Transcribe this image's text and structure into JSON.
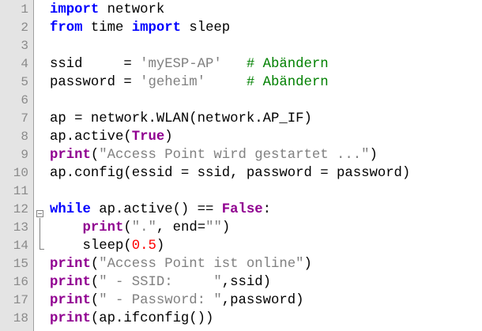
{
  "editor": {
    "lines": [
      {
        "num": "1",
        "tokens": [
          {
            "t": "import",
            "c": "kw"
          },
          {
            "t": " network",
            "c": ""
          }
        ]
      },
      {
        "num": "2",
        "tokens": [
          {
            "t": "from",
            "c": "kw"
          },
          {
            "t": " time ",
            "c": ""
          },
          {
            "t": "import",
            "c": "kw"
          },
          {
            "t": " sleep",
            "c": ""
          }
        ]
      },
      {
        "num": "3",
        "tokens": []
      },
      {
        "num": "4",
        "tokens": [
          {
            "t": "ssid     = ",
            "c": ""
          },
          {
            "t": "'myESP-AP'",
            "c": "str"
          },
          {
            "t": "   ",
            "c": ""
          },
          {
            "t": "# Abändern",
            "c": "cmt"
          }
        ]
      },
      {
        "num": "5",
        "tokens": [
          {
            "t": "password = ",
            "c": ""
          },
          {
            "t": "'geheim'",
            "c": "str"
          },
          {
            "t": "     ",
            "c": ""
          },
          {
            "t": "# Abändern",
            "c": "cmt"
          }
        ]
      },
      {
        "num": "6",
        "tokens": []
      },
      {
        "num": "7",
        "tokens": [
          {
            "t": "ap = network.WLAN(network.AP_IF)",
            "c": ""
          }
        ]
      },
      {
        "num": "8",
        "tokens": [
          {
            "t": "ap.active(",
            "c": ""
          },
          {
            "t": "True",
            "c": "bi"
          },
          {
            "t": ")",
            "c": ""
          }
        ]
      },
      {
        "num": "9",
        "tokens": [
          {
            "t": "print",
            "c": "bi"
          },
          {
            "t": "(",
            "c": ""
          },
          {
            "t": "\"Access Point wird gestartet ...\"",
            "c": "str"
          },
          {
            "t": ")",
            "c": ""
          }
        ]
      },
      {
        "num": "10",
        "tokens": [
          {
            "t": "ap.config(essid = ssid, password = password)",
            "c": ""
          }
        ]
      },
      {
        "num": "11",
        "tokens": []
      },
      {
        "num": "12",
        "tokens": [
          {
            "t": "while",
            "c": "kw"
          },
          {
            "t": " ap.active() == ",
            "c": ""
          },
          {
            "t": "False",
            "c": "bi"
          },
          {
            "t": ":",
            "c": ""
          }
        ]
      },
      {
        "num": "13",
        "tokens": [
          {
            "t": "    ",
            "c": ""
          },
          {
            "t": "print",
            "c": "bi"
          },
          {
            "t": "(",
            "c": ""
          },
          {
            "t": "\".\"",
            "c": "str"
          },
          {
            "t": ", end=",
            "c": ""
          },
          {
            "t": "\"\"",
            "c": "str"
          },
          {
            "t": ")",
            "c": ""
          }
        ]
      },
      {
        "num": "14",
        "tokens": [
          {
            "t": "    sleep(",
            "c": ""
          },
          {
            "t": "0.5",
            "c": "num"
          },
          {
            "t": ")",
            "c": ""
          }
        ]
      },
      {
        "num": "15",
        "tokens": [
          {
            "t": "print",
            "c": "bi"
          },
          {
            "t": "(",
            "c": ""
          },
          {
            "t": "\"Access Point ist online\"",
            "c": "str"
          },
          {
            "t": ")",
            "c": ""
          }
        ]
      },
      {
        "num": "16",
        "tokens": [
          {
            "t": "print",
            "c": "bi"
          },
          {
            "t": "(",
            "c": ""
          },
          {
            "t": "\" - SSID:     \"",
            "c": "str"
          },
          {
            "t": ",ssid)",
            "c": ""
          }
        ]
      },
      {
        "num": "17",
        "tokens": [
          {
            "t": "print",
            "c": "bi"
          },
          {
            "t": "(",
            "c": ""
          },
          {
            "t": "\" - Password: \"",
            "c": "str"
          },
          {
            "t": ",password)",
            "c": ""
          }
        ]
      },
      {
        "num": "18",
        "tokens": [
          {
            "t": "print",
            "c": "bi"
          },
          {
            "t": "(ap.ifconfig())",
            "c": ""
          }
        ]
      }
    ]
  },
  "colors": {
    "keyword": "#0000ff",
    "builtin": "#900090",
    "string": "#808080",
    "number": "#ff0000",
    "comment": "#008000",
    "gutter": "#e4e4e4"
  },
  "icons": {
    "fold": "fold-minus-icon"
  }
}
